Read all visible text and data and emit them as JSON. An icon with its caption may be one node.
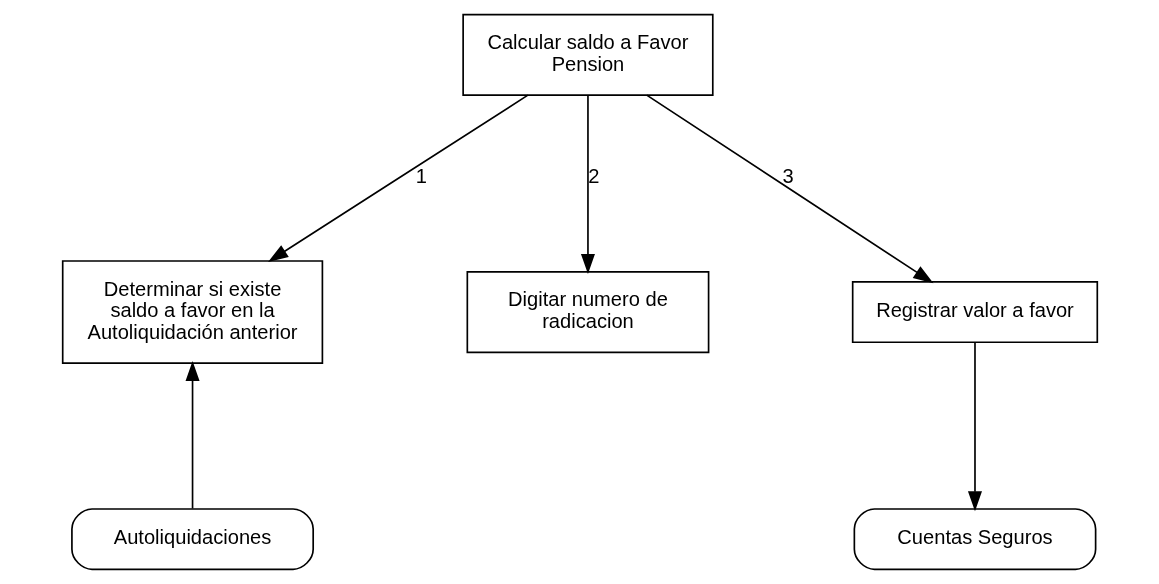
{
  "diagram": {
    "nodes": [
      {
        "text": [
          "Calcular saldo a Favor Pension"
        ]
      },
      {
        "text": [
          "Determinar si existe saldo a favor en la Autoliquidación anterior"
        ]
      },
      {
        "text": [
          "Digitar numero de radicacion"
        ]
      },
      {
        "text": [
          "Registrar valor a favor"
        ]
      },
      {
        "text": [
          "Autoliquidaciones"
        ]
      },
      {
        "text": [
          "Cuentas Seguros"
        ]
      }
    ],
    "edges": [
      {
        "from": 0,
        "to": 1,
        "arrow": "to",
        "label": "1"
      },
      {
        "from": 0,
        "to": 2,
        "arrow": "to",
        "label": "2"
      },
      {
        "from": 0,
        "to": 3,
        "arrow": "to",
        "label": "3"
      },
      {
        "from": 4,
        "to": 1,
        "arrow": "to"
      },
      {
        "from": 3,
        "to": 5,
        "arrow": "to"
      }
    ]
  }
}
